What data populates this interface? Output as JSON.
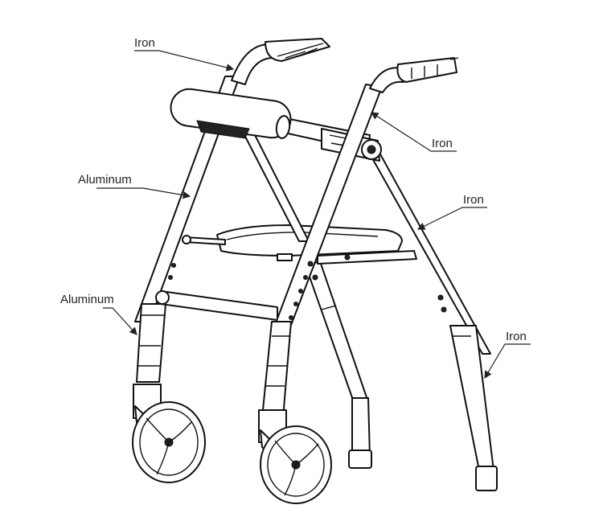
{
  "labels": {
    "iron_top": "Iron",
    "iron_right": "Iron",
    "iron_mid_right": "Iron",
    "iron_bottom_right": "Iron",
    "aluminum_mid": "Aluminum",
    "aluminum_lower": "Aluminum"
  },
  "colors": {
    "line": "#111111",
    "background": "#ffffff"
  }
}
